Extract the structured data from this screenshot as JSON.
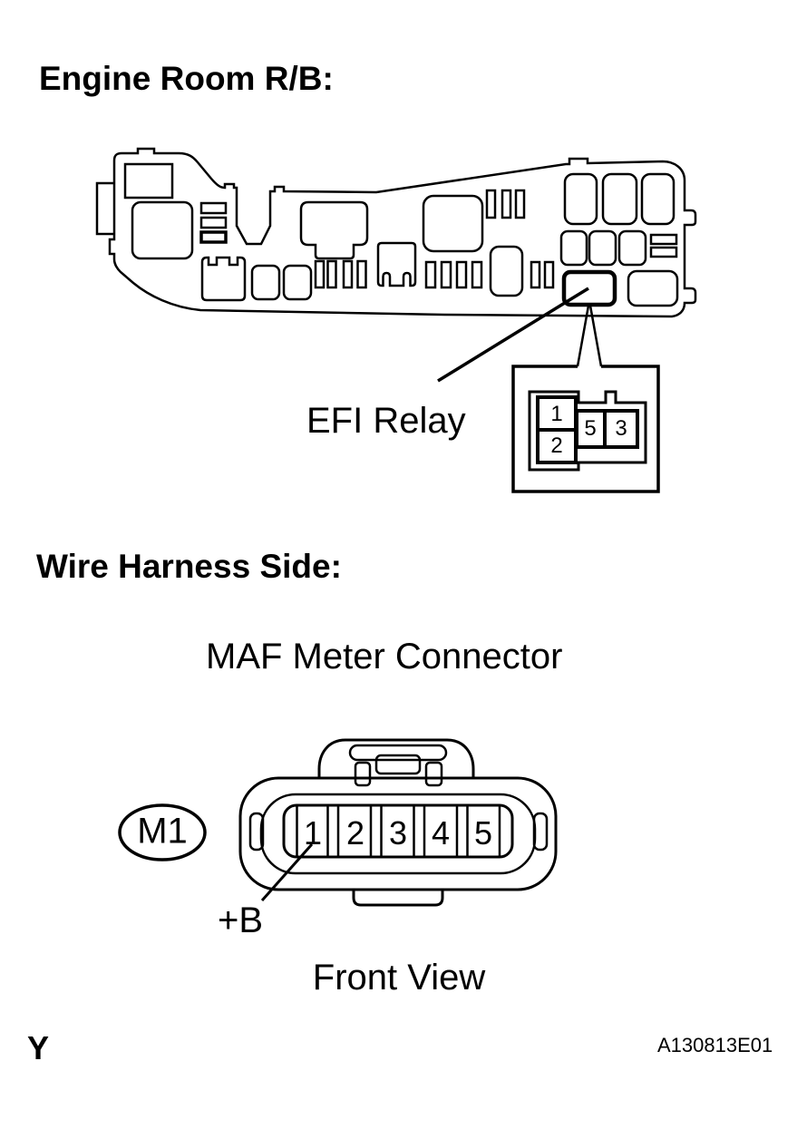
{
  "page": {
    "background": "#ffffff",
    "ink": "#000000"
  },
  "engine_room": {
    "heading": "Engine Room R/B:",
    "relay_label": "EFI Relay",
    "relay_detail_pins": {
      "pin1": "1",
      "pin2": "2",
      "pin5": "5",
      "pin3": "3"
    }
  },
  "wire_harness": {
    "heading": "Wire Harness Side:",
    "connector_title": "MAF Meter Connector",
    "connector_code": "M1",
    "pins": [
      "1",
      "2",
      "3",
      "4",
      "5"
    ],
    "terminal_label": "+B",
    "view_label": "Front View"
  },
  "footer": {
    "page_marker": "Y",
    "figure_code": "A130813E01"
  }
}
